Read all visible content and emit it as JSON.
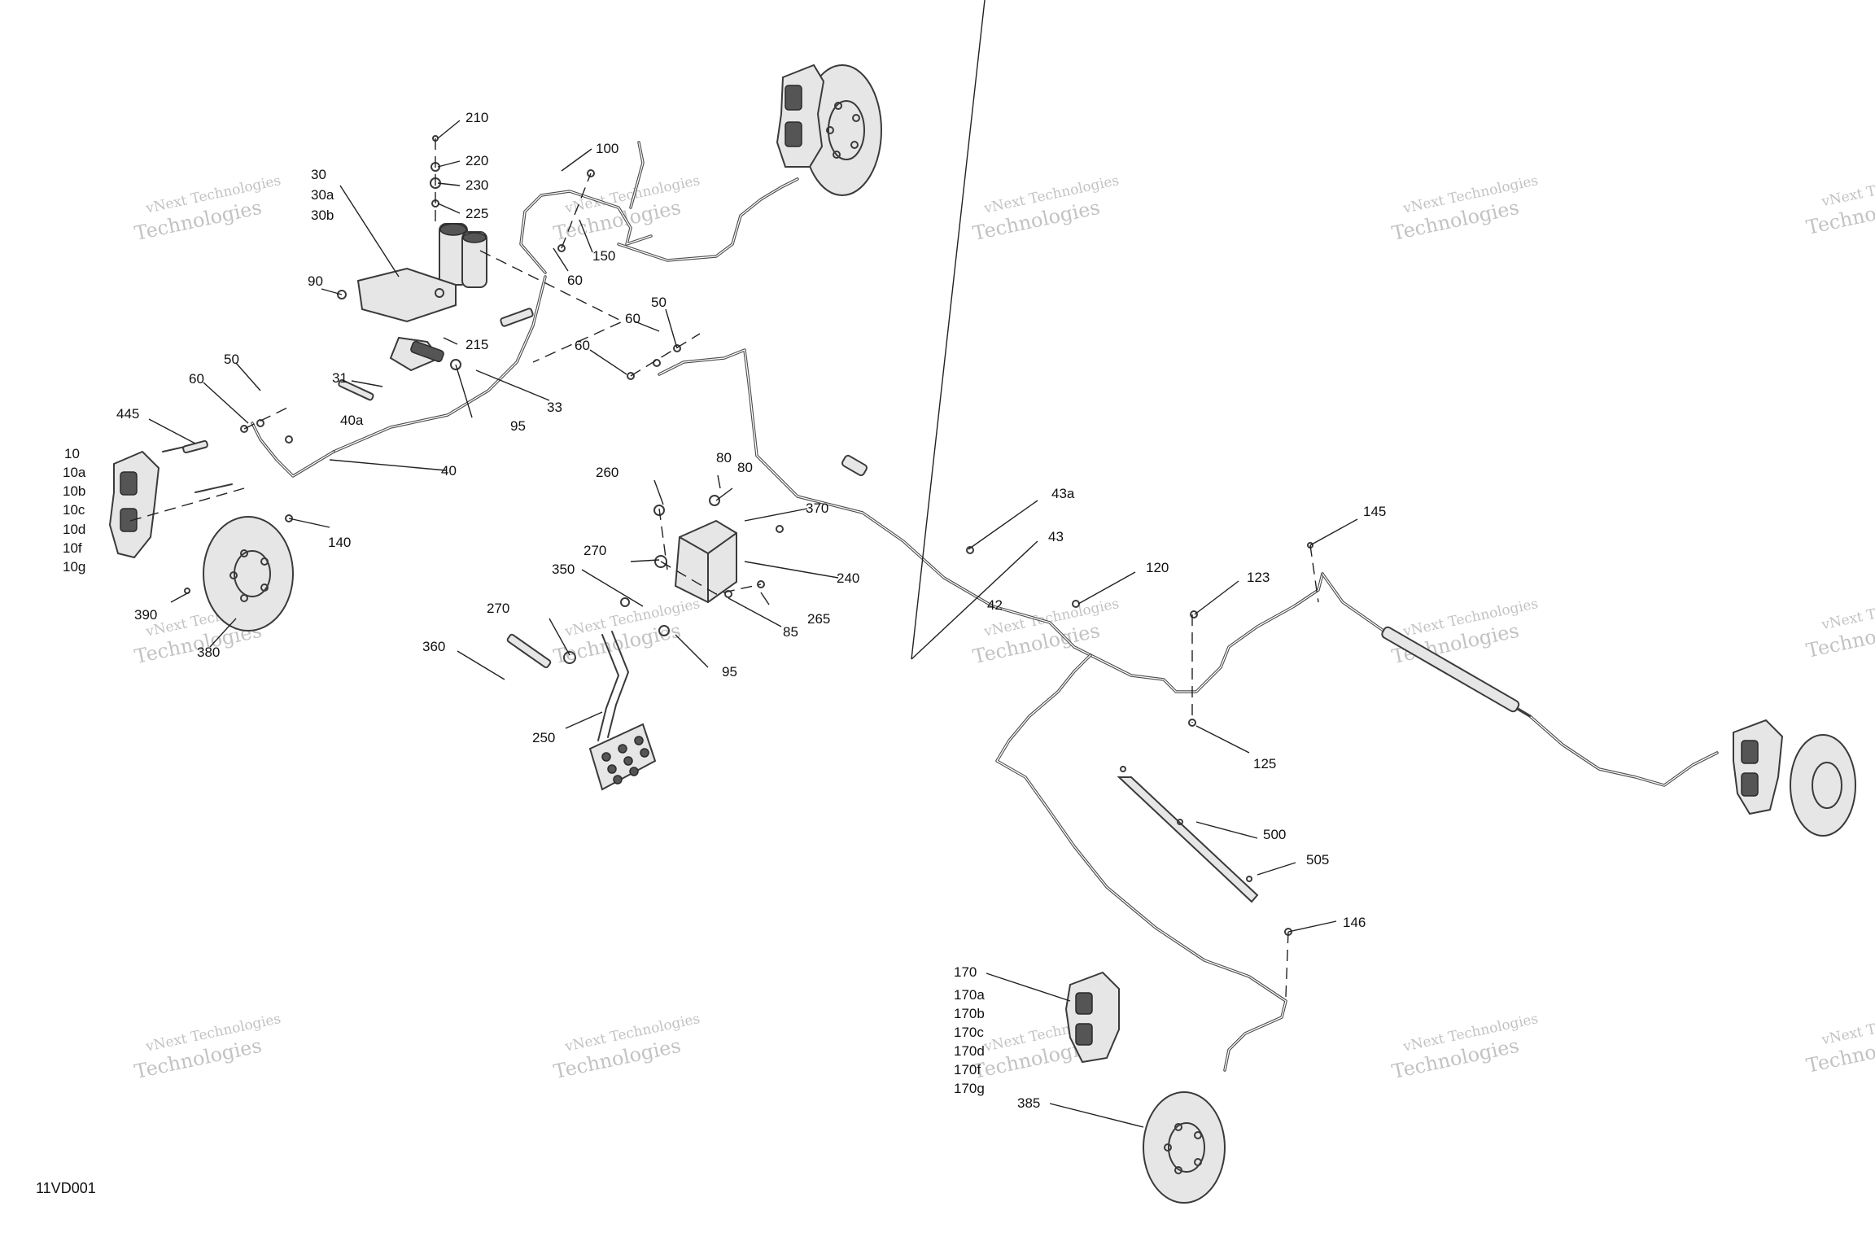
{
  "figure_id": "11VD001",
  "watermark": {
    "line1": "vNext Technologies",
    "line2": "Technologies"
  },
  "callouts": {
    "c210": "210",
    "c220": "220",
    "c230": "230",
    "c225": "225",
    "c30": "30",
    "c30a": "30a",
    "c30b": "30b",
    "c100": "100",
    "c150": "150",
    "c60a": "60",
    "c90": "90",
    "c60b": "60",
    "c50a": "50",
    "c60c": "60",
    "c215": "215",
    "c50b": "50",
    "c60d": "60",
    "c31": "31",
    "c33": "33",
    "c95a": "95",
    "c445": "445",
    "c40a": "40a",
    "c40": "40",
    "c10": "10",
    "c10a": "10a",
    "c10b": "10b",
    "c10c": "10c",
    "c10d": "10d",
    "c10f": "10f",
    "c10g": "10g",
    "c140": "140",
    "c390": "390",
    "c380": "380",
    "c80a": "80",
    "c80b": "80",
    "c260": "260",
    "c370": "370",
    "c240": "240",
    "c270a": "270",
    "c350": "350",
    "c265": "265",
    "c85": "85",
    "c270b": "270",
    "c95b": "95",
    "c360": "360",
    "c250": "250",
    "c43a": "43a",
    "c43": "43",
    "c42": "42",
    "c120": "120",
    "c123": "123",
    "c145": "145",
    "c125": "125",
    "c500": "500",
    "c505": "505",
    "c146": "146",
    "c170": "170",
    "c170a": "170a",
    "c170b": "170b",
    "c170c": "170c",
    "c170d": "170d",
    "c170f": "170f",
    "c170g": "170g",
    "c385": "385"
  }
}
